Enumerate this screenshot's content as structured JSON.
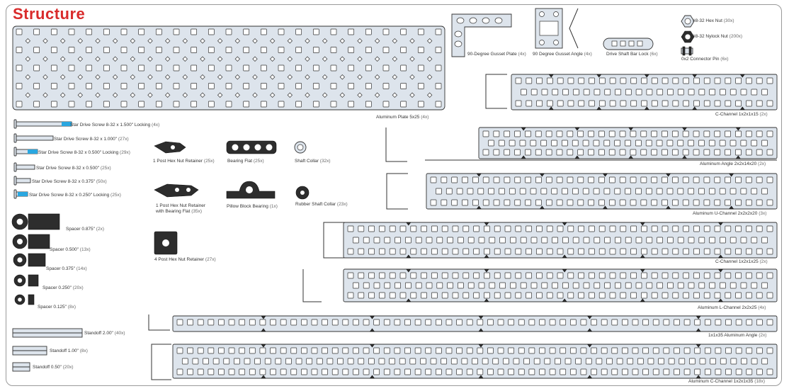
{
  "title": "Structure",
  "labels": {
    "aluminum_plate": {
      "name": "Aluminum Plate 5x25",
      "qty": "(4x)"
    },
    "gusset_plate": {
      "name": "90-Degree Gusset Plate",
      "qty": "(4x)"
    },
    "gusset_angle": {
      "name": "90 Degree Gusset Angle",
      "qty": "(4x)"
    },
    "bar_lock": {
      "name": "Drive Shaft Bar Lock",
      "qty": "(6x)"
    },
    "hex_nut": {
      "name": "#8-32 Hex Nut",
      "qty": "(30x)"
    },
    "nylock_nut": {
      "name": "#8-32 Nylock Nut",
      "qty": "(200x)"
    },
    "connector_pin": {
      "name": "0x2 Connector Pin",
      "qty": "(6x)"
    },
    "c_channel_15": {
      "name": "C-Channel 1x2x1x15",
      "qty": "(2x)"
    },
    "angle_2x2x14x20": {
      "name": "Aluminum Angle 2x2x14x20",
      "qty": "(2x)"
    },
    "u_channel": {
      "name": "Aluminum U-Channel 2x2x2x20",
      "qty": "(3x)"
    },
    "c_channel_25": {
      "name": "C-Channel 1x2x1x25",
      "qty": "(2x)"
    },
    "l_channel": {
      "name": "Aluminum L-Channel 2x2x25",
      "qty": "(4x)"
    },
    "angle_1x1x35": {
      "name": "1x1x35 Aluminum Angle",
      "qty": "(2x)"
    },
    "c_channel_35": {
      "name": "Aluminum C-Channel 1x2x1x35",
      "qty": "(18x)"
    },
    "screw_1500": {
      "name": "Star Drive Screw 8-32 x 1.500\" Locking",
      "qty": "(4x)"
    },
    "screw_1000": {
      "name": "Star Drive Screw 8-32 x 1.000\"",
      "qty": "(27x)"
    },
    "screw_0500_lock": {
      "name": "Star Drive Screw 8-32 x 0.500\" Locking",
      "qty": "(29x)"
    },
    "screw_0500": {
      "name": "Star Drive Screw 8-32 x 0.500\"",
      "qty": "(25x)"
    },
    "screw_0375": {
      "name": "Star Drive Screw 8-32 x 0.375\"",
      "qty": "(50x)"
    },
    "screw_0250_lock": {
      "name": "Star Drive Screw 8-32 x 0.250\" Locking",
      "qty": "(25x)"
    },
    "hex_retainer_1": {
      "name": "1 Post Hex Nut Retainer",
      "qty": "(25x)"
    },
    "bearing_flat": {
      "name": "Bearing Flat",
      "qty": "(25x)"
    },
    "shaft_collar": {
      "name": "Shaft Collar",
      "qty": "(32x)"
    },
    "hex_retainer_bearing_l1": {
      "name": "1 Post Hex Nut Retainer"
    },
    "hex_retainer_bearing_l2": {
      "name": "with Bearing Flat",
      "qty": "(35x)"
    },
    "pillow_block": {
      "name": "Pillow Block Bearing",
      "qty": "(1x)"
    },
    "rubber_collar": {
      "name": "Rubber Shaft Collar",
      "qty": "(23x)"
    },
    "hex_retainer_4": {
      "name": "4 Post Hex Nut Retainer",
      "qty": "(27x)"
    },
    "spacer_0875": {
      "name": "Spacer 0.875\"",
      "qty": "(2x)"
    },
    "spacer_0500": {
      "name": "Spacer 0.500\"",
      "qty": "(13x)"
    },
    "spacer_0375": {
      "name": "Spacer 0.375\"",
      "qty": "(14x)"
    },
    "spacer_0250": {
      "name": "Spacer 0.250\"",
      "qty": "(20x)"
    },
    "spacer_0125": {
      "name": "Spacer 0.125\"",
      "qty": "(8x)"
    },
    "standoff_200": {
      "name": "Standoff 2.00\"",
      "qty": "(40x)"
    },
    "standoff_100": {
      "name": "Standoff 1.00\"",
      "qty": "(8x)"
    },
    "standoff_050": {
      "name": "Standoff 0.50\"",
      "qty": "(20x)"
    }
  },
  "colors": {
    "title": "#d92b2b",
    "part": "#dde4ec",
    "accent": "#2aa7e0",
    "dark": "#2d2d2d"
  }
}
